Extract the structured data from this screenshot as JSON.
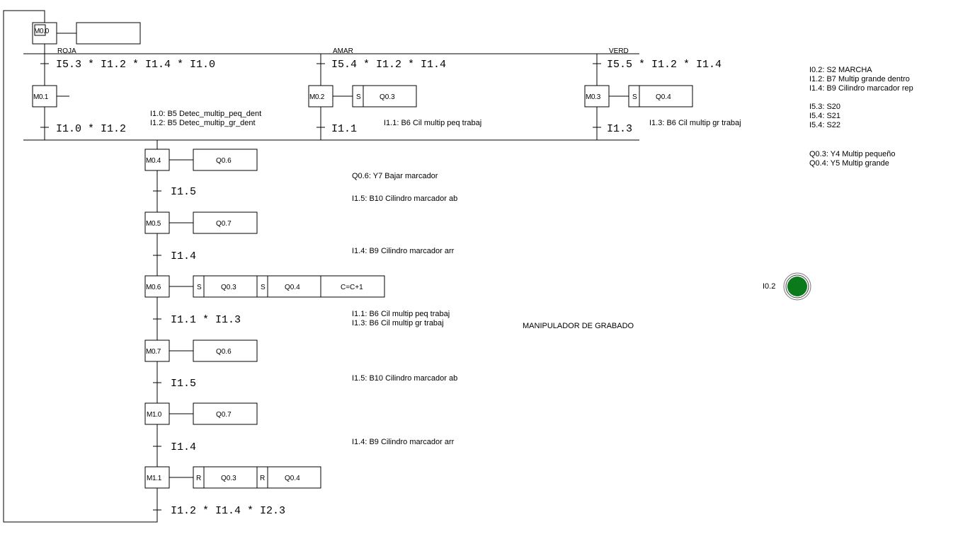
{
  "steps": {
    "m00": "M0.0",
    "m01": "M0.1",
    "m02": "M0.2",
    "m03": "M0.3",
    "m04": "M0.4",
    "m05": "M0.5",
    "m06": "M0.6",
    "m07": "M0.7",
    "m10": "M1.0",
    "m11": "M1.1"
  },
  "branch_labels": {
    "roja": "ROJA",
    "amar": "AMAR",
    "verd": "VERD"
  },
  "conditions": {
    "c1": "I5.3 * I1.2 * I1.4 * I1.0",
    "c2": "I5.4 * I1.2 * I1.4",
    "c3": "I5.5 * I1.2 * I1.4",
    "c4": "I1.0 * I1.2",
    "c5": "I1.1",
    "c6": "I1.3",
    "c7": "I1.5",
    "c8": "I1.4",
    "c9": "I1.1 * I1.3",
    "c10": "I1.5",
    "c11": "I1.4",
    "c12": "I1.2 * I1.4 * I2.3"
  },
  "actions": {
    "m02_s": "S",
    "m02_a": "Q0.3",
    "m03_s": "S",
    "m03_a": "Q0.4",
    "m04_a": "Q0.6",
    "m05_a": "Q0.7",
    "m06_s1": "S",
    "m06_a1": "Q0.3",
    "m06_s2": "S",
    "m06_a2": "Q0.4",
    "m06_a3": "C=C+1",
    "m07_a": "Q0.6",
    "m10_a": "Q0.7",
    "m11_r1": "R",
    "m11_a1": "Q0.3",
    "m11_r2": "R",
    "m11_a2": "Q0.4"
  },
  "notes": {
    "n1a": "I1.0: B5 Detec_multip_peq_dent",
    "n1b": "I1.2: B5 Detec_multip_gr_dent",
    "n2": "I1.1: B6 Cil multip peq trabaj",
    "n3": "I1.3: B6 Cil multip gr trabaj",
    "n4": "Q0.6: Y7 Bajar marcador",
    "n5": "I1.5: B10 Cilindro marcador ab",
    "n6": "I1.4: B9 Cilindro marcador arr",
    "n7a": "I1.1: B6 Cil multip peq trabaj",
    "n7b": "I1.3: B6 Cil multip gr trabaj",
    "n8": "I1.5: B10 Cilindro marcador ab",
    "n9": "I1.4: B9 Cilindro marcador arr",
    "title": "MANIPULADOR DE GRABADO"
  },
  "legend": {
    "l1": "I0.2: S2 MARCHA",
    "l2": "I1.2: B7 Multip grande dentro",
    "l3": "I1.4: B9 Cilindro marcador rep",
    "l4": "I5.3: S20",
    "l5": "I5.4: S21",
    "l6": "I5.4: S22",
    "l7": "Q0.3: Y4 Multip pequeño",
    "l8": "Q0.4: Y5 Multip grande"
  },
  "indicator": {
    "label": "I0.2",
    "color": "#0a7a1a"
  }
}
